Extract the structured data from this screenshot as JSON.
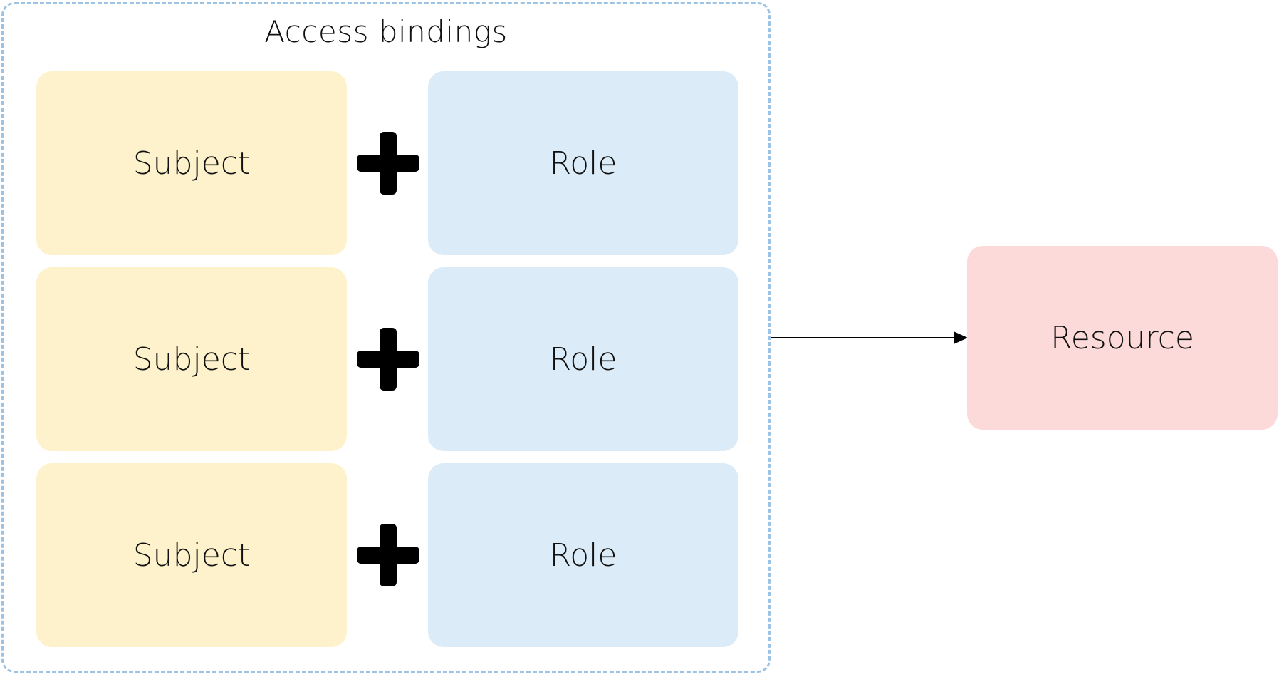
{
  "diagram": {
    "container_title": "Access bindings",
    "bindings": [
      {
        "subject": "Subject",
        "role": "Role"
      },
      {
        "subject": "Subject",
        "role": "Role"
      },
      {
        "subject": "Subject",
        "role": "Role"
      }
    ],
    "target": "Resource",
    "colors": {
      "container_border": "#9cc3e4",
      "subject_fill": "#fdf2cc",
      "role_fill": "#dbecf8",
      "resource_fill": "#fcdada",
      "plus": "#000000",
      "arrow": "#000000"
    },
    "icons": {
      "operator": "plus-icon",
      "connector": "arrow-right-icon"
    }
  }
}
